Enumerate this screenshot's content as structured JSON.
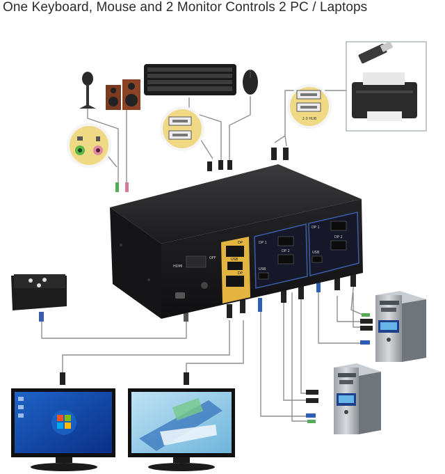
{
  "heading": "One Keyboard, Mouse and 2 Monitor Controls 2 PC / Laptops",
  "kvm": {
    "left_port_labels": [
      "HDMI",
      "OFF"
    ],
    "center_labels": [
      "DP",
      "USB",
      "DP"
    ],
    "pc_ports": [
      "DP 1",
      "DP 2",
      "USB",
      "DP 1",
      "DP 2",
      "USB"
    ],
    "hub_label": "2.0 HUB"
  },
  "colors": {
    "cable": "#8f8f8f",
    "kvm_body": "#1e1e20",
    "accent_gold": "#e3b440",
    "accent_blue": "#2f5fb5",
    "audio_green": "#58b947",
    "audio_pink": "#e08aa4"
  }
}
